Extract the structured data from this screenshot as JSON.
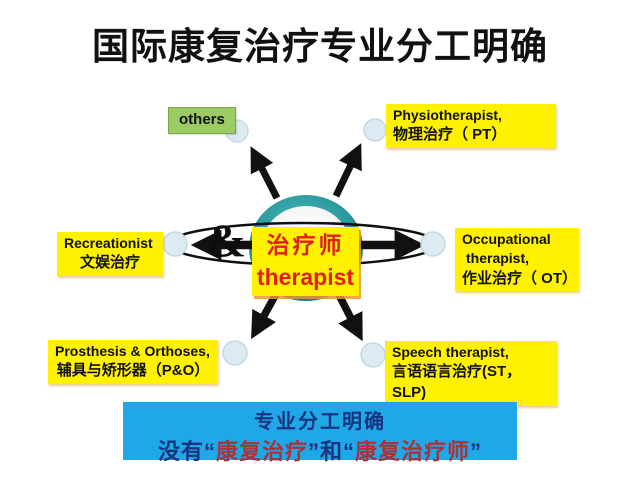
{
  "slide": {
    "title": "国际康复治疗专业分工明确"
  },
  "diagram": {
    "center": {
      "line1": "治疗师",
      "line2": "therapist"
    },
    "ampersand": "&",
    "nodes": {
      "others": {
        "label": "others"
      },
      "physiotherapist": {
        "line1": "Physiotherapist,",
        "line2": "物理治疗（ PT）"
      },
      "recreationist": {
        "line1": "Recreationist",
        "line2": "文娱治疗"
      },
      "occupational": {
        "line1": "Occupational",
        "line2": "therapist,",
        "line3": "作业治疗（ OT）"
      },
      "prosthesis": {
        "line1": "Prosthesis & Orthoses,",
        "line2": "辅具与矫形器（P&O）"
      },
      "speech": {
        "line1": "Speech therapist,",
        "line2": "言语语言治疗(ST，SLP)"
      }
    }
  },
  "banner": {
    "line1": "专业分工明确",
    "line2": {
      "seg1": "没有“",
      "seg2": "康复治疗",
      "seg3": "”和“",
      "seg4": "康复治疗师",
      "seg5": "”"
    }
  },
  "colors": {
    "highlight_yellow": "#FFF100",
    "others_green": "#9CCB63",
    "banner_blue": "#1FA7E8",
    "banner_navy": "#17357E",
    "banner_red": "#A8333A",
    "center_label_red": "#DF1F1B",
    "hub_teal": "#28969B",
    "node_dot_blue": "#DCEBF2",
    "arrow_black": "#111111"
  }
}
